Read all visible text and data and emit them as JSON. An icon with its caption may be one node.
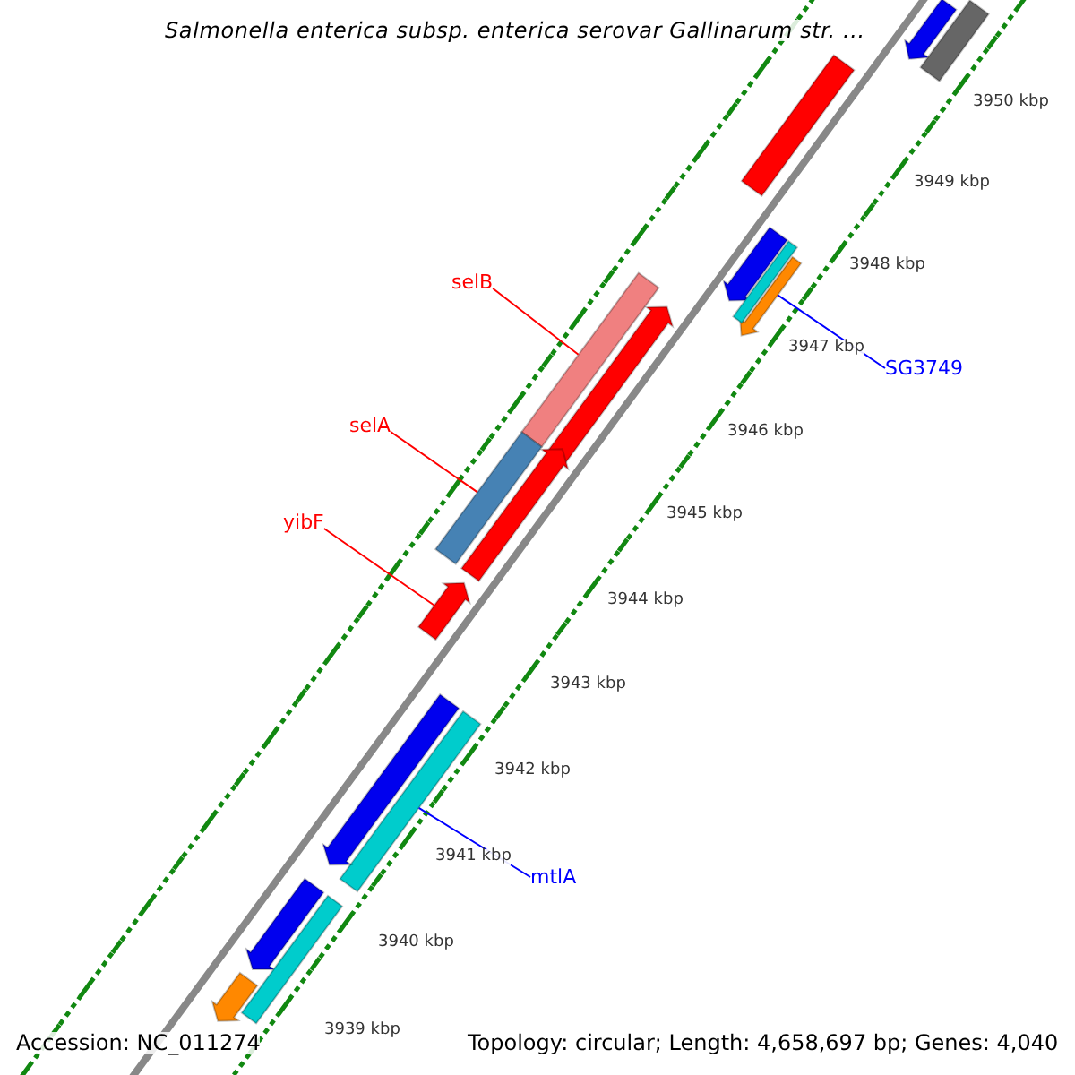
{
  "diagram": {
    "title": "Salmonella enterica subsp. enterica serovar Gallinarum str. ...",
    "nodes": [
      {
        "text": [
          "selB"
        ]
      },
      {
        "text": [],
        "shape": "bar"
      },
      {
        "text": [
          "selA"
        ]
      },
      {
        "text": [],
        "shape": "bar"
      },
      {
        "text": [
          "yibF"
        ]
      },
      {
        "text": [],
        "shape": "bar"
      },
      {
        "text": [
          "SG3749"
        ]
      },
      {
        "text": [],
        "shape": "bar"
      },
      {
        "text": [
          "mtlA"
        ]
      },
      {
        "text": [],
        "shape": "bar"
      },
      {
        "text": [],
        "shape": "bar"
      },
      {
        "text": [],
        "shape": "bar"
      },
      {
        "text": [],
        "shape": "bar"
      },
      {
        "text": [],
        "shape": "bar"
      },
      {
        "text": [],
        "shape": "bar"
      },
      {
        "text": [],
        "shape": "bar"
      },
      {
        "text": [],
        "shape": "bar"
      },
      {
        "text": [],
        "shape": "bar"
      },
      {
        "text": [],
        "shape": "bar"
      },
      {
        "text": [],
        "shape": "bar"
      },
      {
        "text": [],
        "shape": "bar"
      }
    ],
    "edges": [
      {
        "from": 0,
        "to": 1,
        "arrow": "none",
        "color": "#ff0000"
      },
      {
        "from": 2,
        "to": 3,
        "arrow": "none",
        "color": "#ff0000"
      },
      {
        "from": 4,
        "to": 5,
        "arrow": "none",
        "color": "#ff0000"
      },
      {
        "from": 6,
        "to": 7,
        "arrow": "none",
        "color": "#0000ff"
      },
      {
        "from": 8,
        "to": 9,
        "arrow": "none",
        "color": "#0000ff"
      }
    ],
    "labels": [
      "3950 kbp",
      "3949 kbp",
      "3948 kbp",
      "3947 kbp",
      "3946 kbp",
      "3945 kbp",
      "3944 kbp",
      "3943 kbp",
      "3942 kbp",
      "3941 kbp",
      "3940 kbp",
      "3939 kbp",
      "Accession: NC_011274",
      "Topology: circular; Length: 4,658,697 bp; Genes: 4,040"
    ]
  }
}
